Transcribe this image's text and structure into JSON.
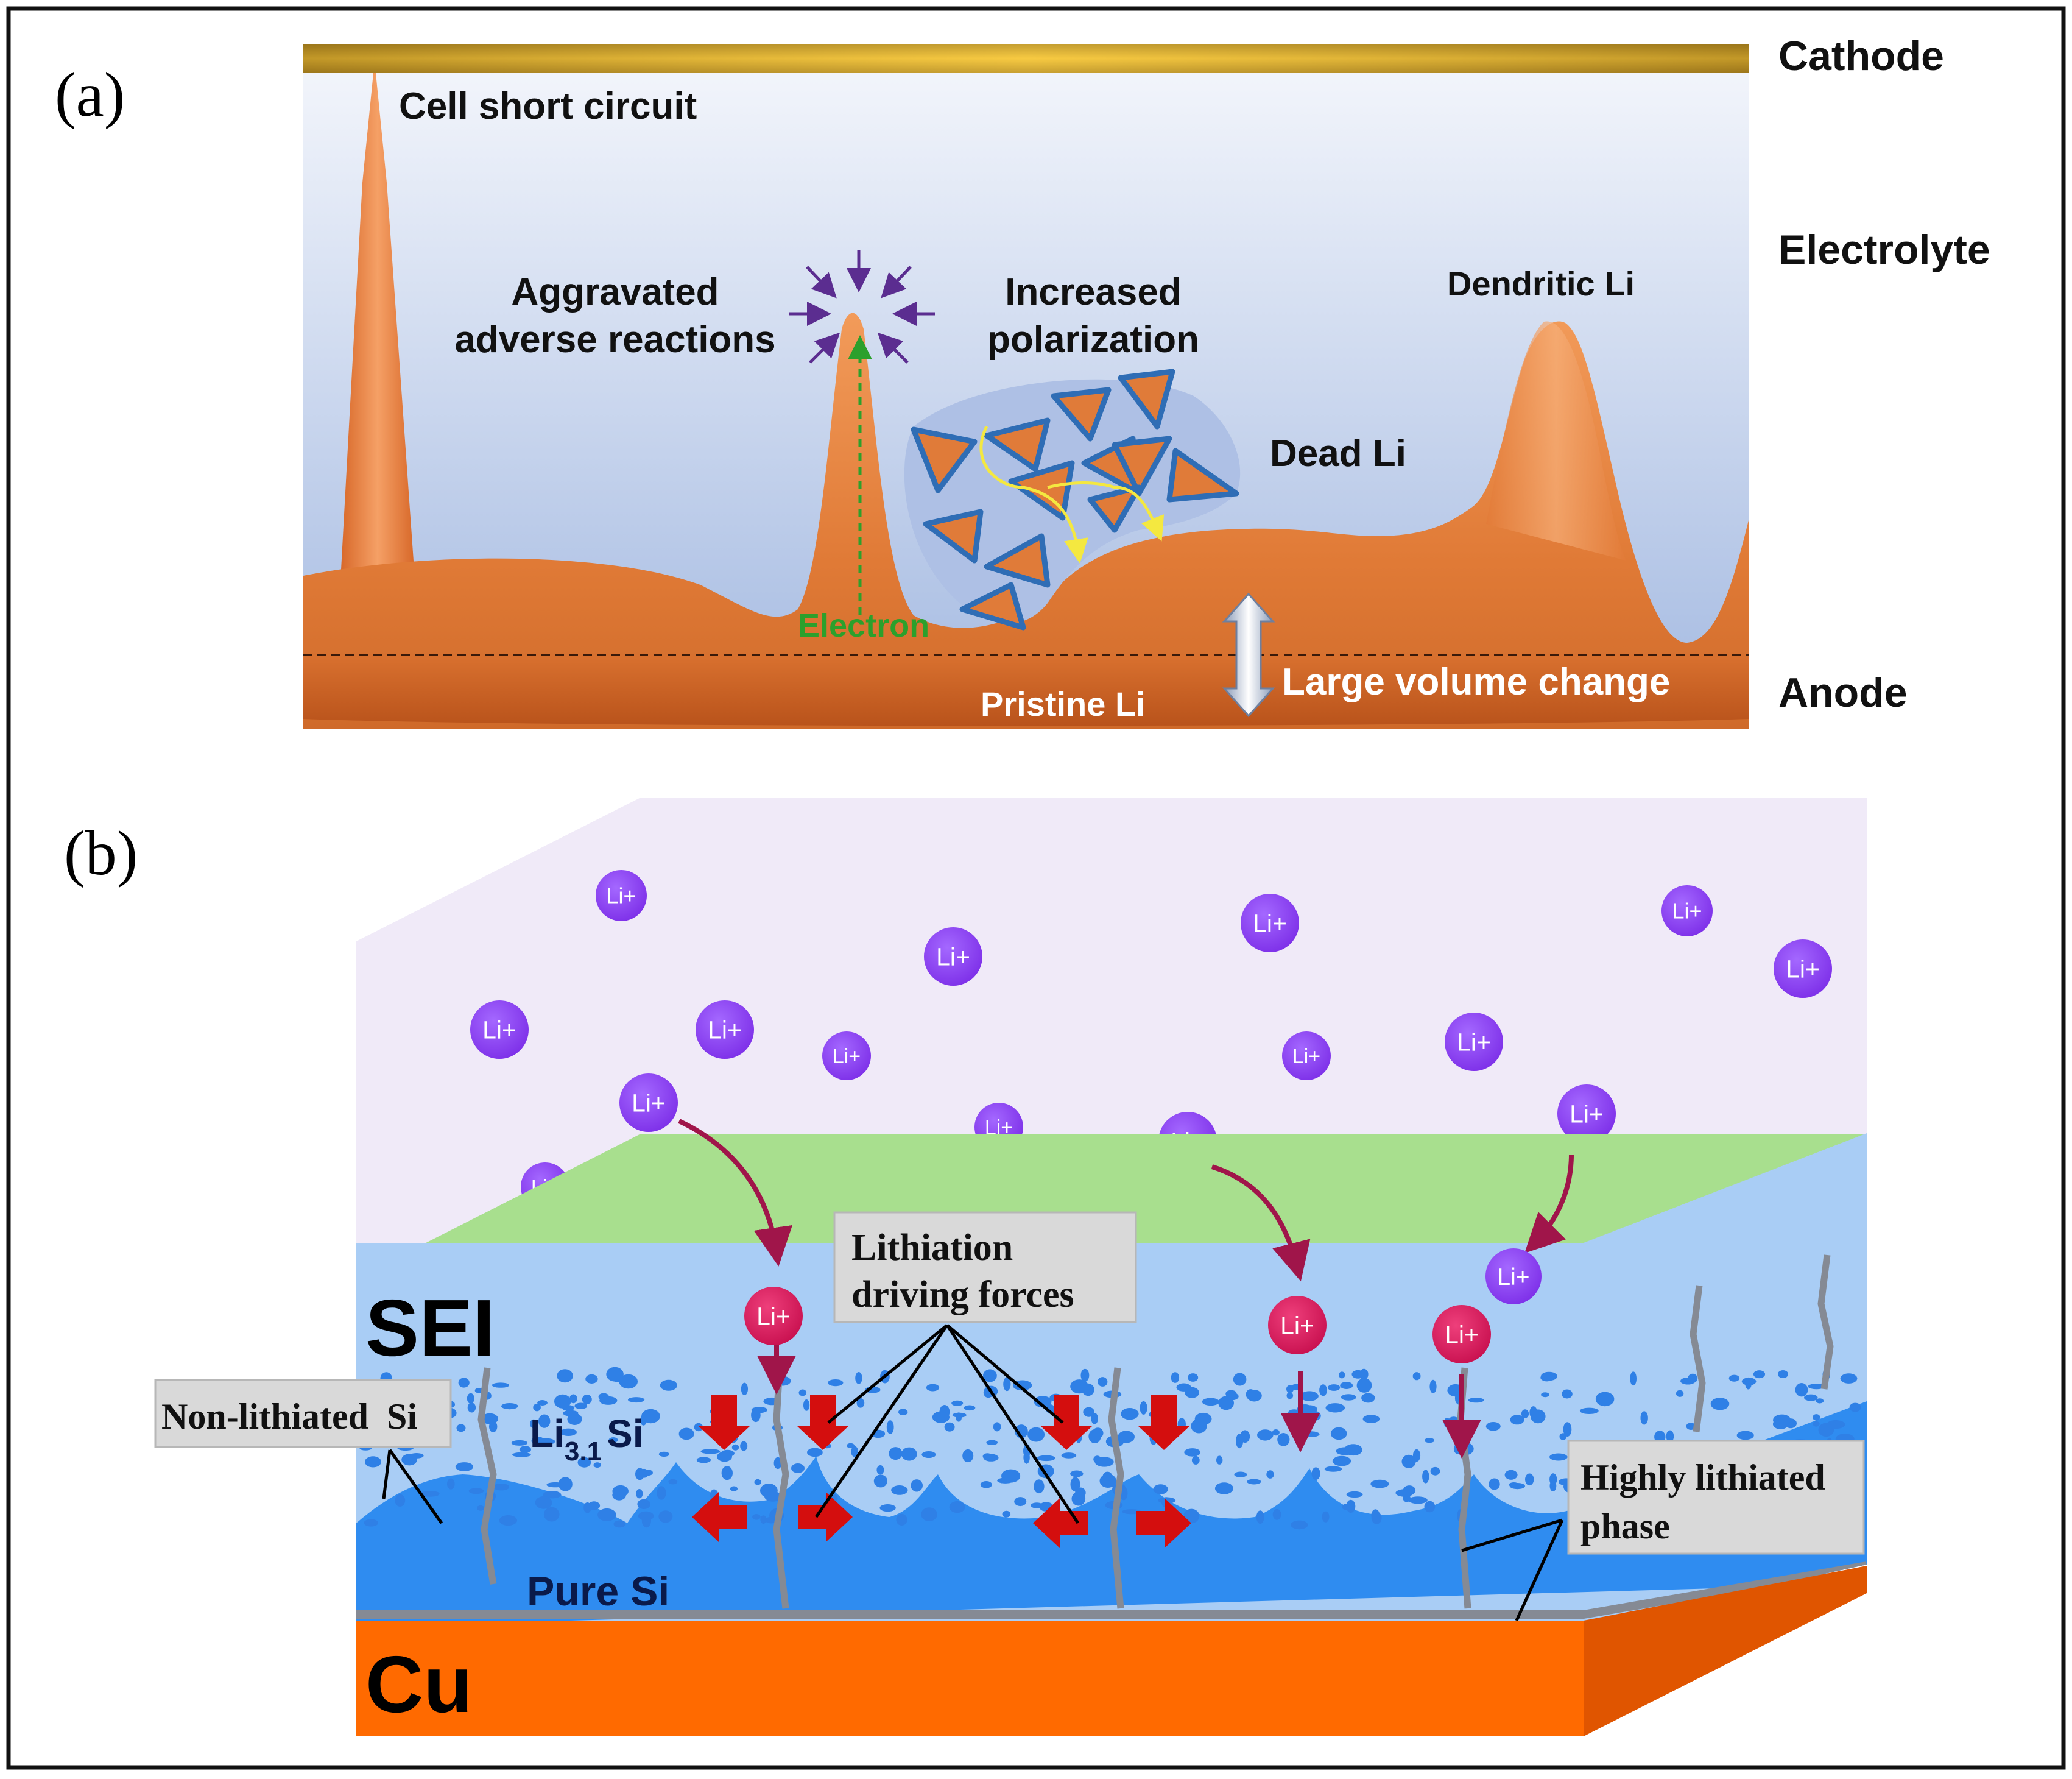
{
  "panel_a": {
    "panel_label": "(a)",
    "layer_labels": {
      "cathode": "Cathode",
      "electrolyte": "Electrolyte",
      "anode": "Anode"
    },
    "annotations": {
      "short_circuit": "Cell short circuit",
      "adverse_line1": "Aggravated",
      "adverse_line2": "adverse reactions",
      "polarization_line1": "Increased",
      "polarization_line2": "polarization",
      "dendritic": "Dendritic Li",
      "dead_li": "Dead Li",
      "electron": "Electron",
      "pristine": "Pristine Li",
      "volume_change": "Large volume change"
    },
    "colors": {
      "cathode": "#c9961e",
      "electrolyte_top": "#f4f6fb",
      "electrolyte_bottom": "#a5bbe2",
      "lithium": "#e07b39",
      "lithium_dark": "#b9531b",
      "dead_li_border": "#2f6db5",
      "electron": "#2ca02c"
    }
  },
  "panel_b": {
    "panel_label": "(b)",
    "ion_label": "Li+",
    "layers": {
      "sei": "SEI",
      "cu": "Cu",
      "pure_si": "Pure Si",
      "lithiated_si_main": "Li",
      "lithiated_si_sub": "3.1",
      "lithiated_si_tail": "Si"
    },
    "callouts": {
      "driving_line1": "Lithiation",
      "driving_line2": "driving forces",
      "non_lithiated": "Non-lithiated  Si",
      "highly_line1": "Highly lithiated",
      "highly_line2": "phase"
    },
    "colors": {
      "electrolyte": "#f0eaf8",
      "sei_top": "#a8df8e",
      "sei_front": "#7ccb57",
      "lithiated_si": "#a9cdf5",
      "pure_si": "#2f8cf0",
      "cu_front": "#ff6a00",
      "cu_side": "#e05500",
      "li_ion": "#8a3ef0",
      "li_ion_reacting": "#d61a5e",
      "arrow": "#a0154a",
      "red_arrow": "#d40e0e"
    }
  }
}
